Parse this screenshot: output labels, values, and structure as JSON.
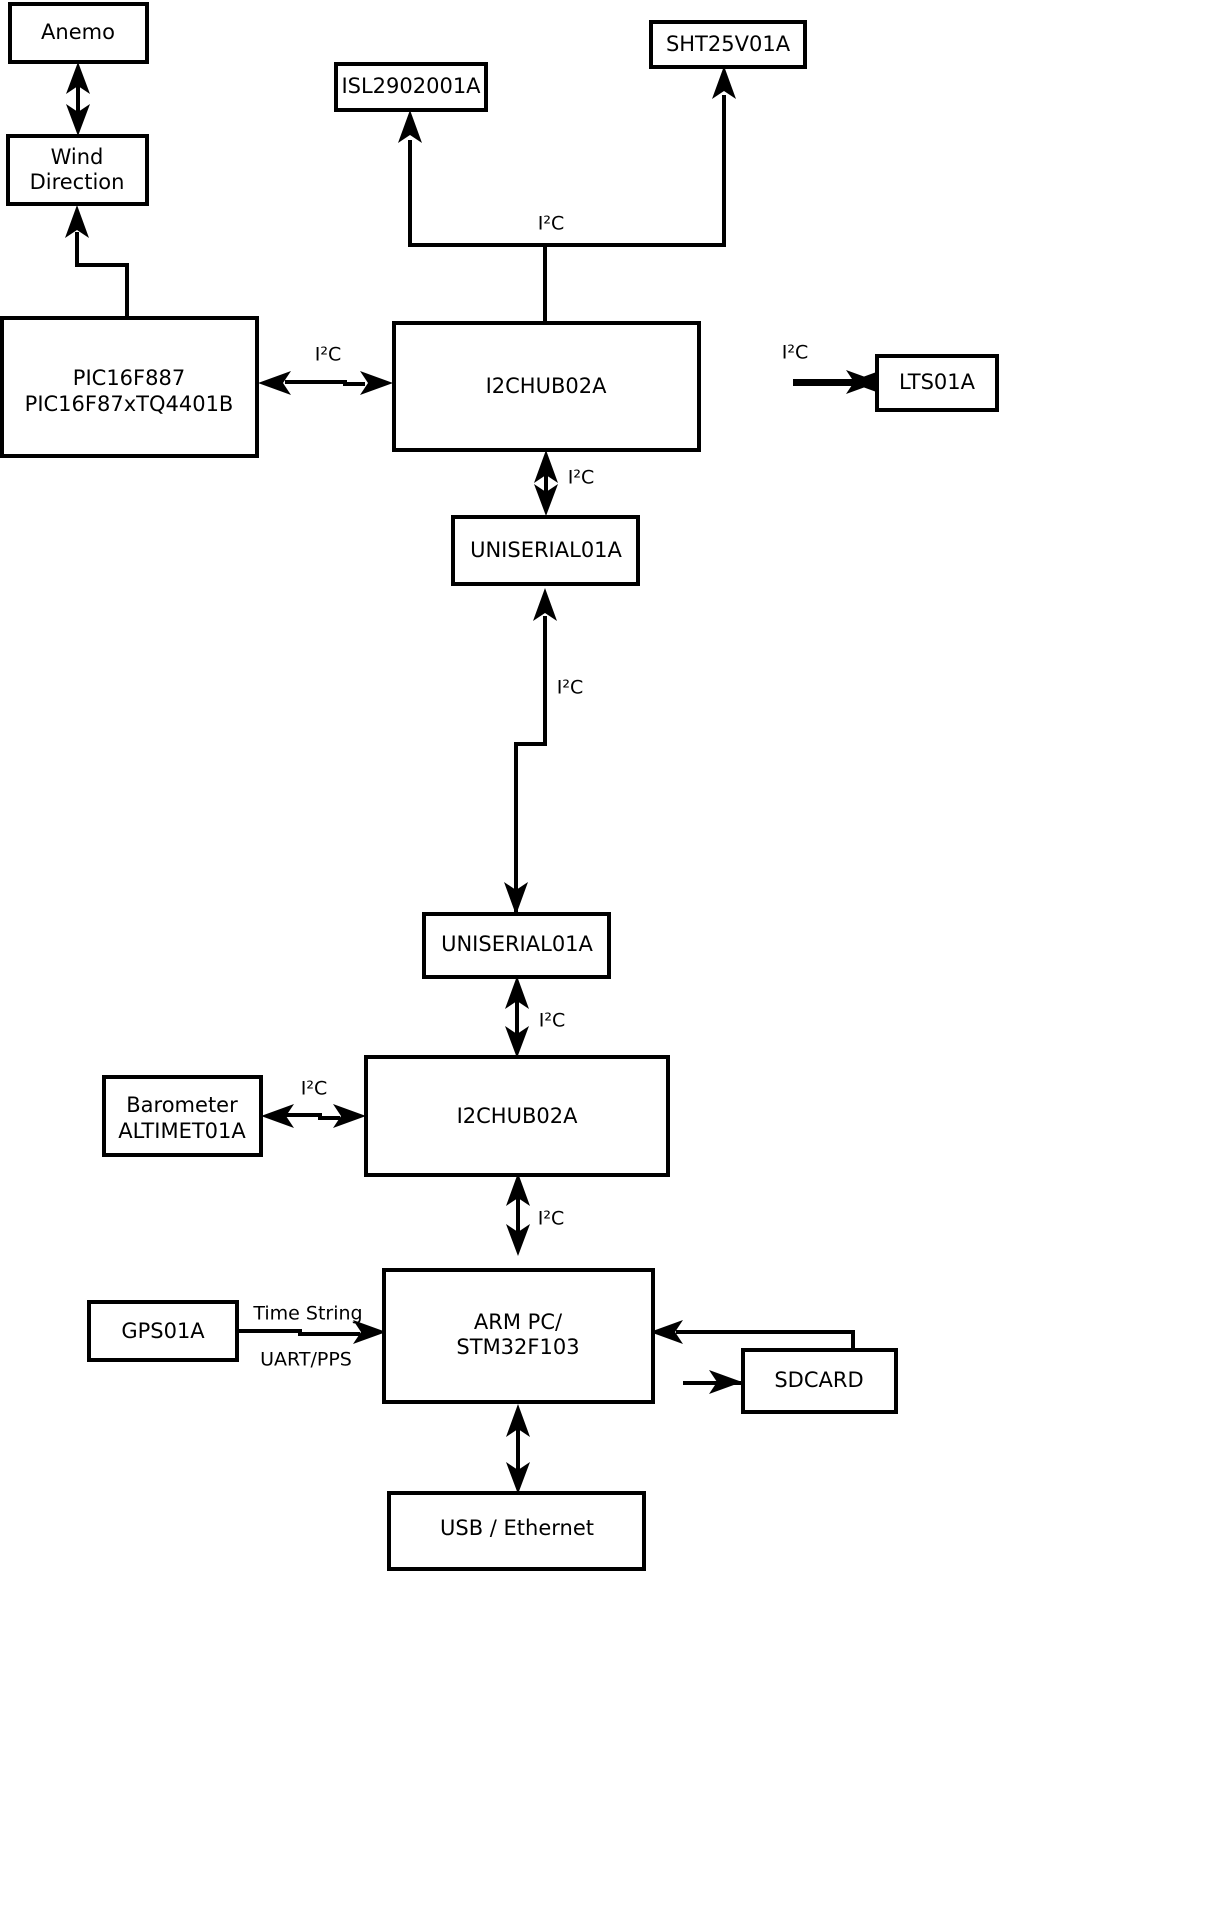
{
  "diagram": {
    "type": "block-diagram",
    "background_color": "#ffffff",
    "stroke_color": "#000000",
    "nodes": [
      {
        "id": "anemo",
        "label": "Anemo"
      },
      {
        "id": "wind",
        "label_line1": "Wind",
        "label_line2": "Direction"
      },
      {
        "id": "pic",
        "label_line1": "PIC16F887",
        "label_line2": "PIC16F87xTQ4401B"
      },
      {
        "id": "isl",
        "label": "ISL2902001A"
      },
      {
        "id": "sht",
        "label": "SHT25V01A"
      },
      {
        "id": "hub_top",
        "label": "I2CHUB02A"
      },
      {
        "id": "lts",
        "label": "LTS01A"
      },
      {
        "id": "uniserial_top",
        "label": "UNISERIAL01A"
      },
      {
        "id": "uniserial_bot",
        "label": "UNISERIAL01A"
      },
      {
        "id": "hub_bot",
        "label": "I2CHUB02A"
      },
      {
        "id": "barometer",
        "label_line1": "Barometer",
        "label_line2": "ALTIMET01A"
      },
      {
        "id": "gps",
        "label": "GPS01A"
      },
      {
        "id": "arm",
        "label_line1": "ARM PC/",
        "label_line2": "STM32F103"
      },
      {
        "id": "sdcard",
        "label": "SDCARD"
      },
      {
        "id": "usb",
        "label": "USB / Ethernet"
      }
    ],
    "edges": [
      {
        "from": "wind",
        "to": "anemo",
        "label": "",
        "direction": "bidirectional"
      },
      {
        "from": "pic",
        "to": "wind",
        "label": "",
        "direction": "unidirectional"
      },
      {
        "from": "hub_top",
        "to": "isl",
        "label": "I²C",
        "direction": "unidirectional"
      },
      {
        "from": "hub_top",
        "to": "sht",
        "label": "",
        "direction": "unidirectional"
      },
      {
        "from": "isl_bus",
        "to": "hub_top",
        "label": "",
        "direction": "unidirectional"
      },
      {
        "from": "pic",
        "to": "hub_top",
        "label": "I²C",
        "direction": "bidirectional"
      },
      {
        "from": "hub_top",
        "to": "lts",
        "label": "I²C",
        "direction": "bidirectional"
      },
      {
        "from": "hub_top",
        "to": "uniserial_top",
        "label": "I²C",
        "direction": "bidirectional"
      },
      {
        "from": "uniserial_bot",
        "to": "uniserial_top",
        "label": "I²C",
        "direction": "unidirectional"
      },
      {
        "from": "hub_bot",
        "to": "uniserial_bot",
        "label": "I²C",
        "direction": "bidirectional"
      },
      {
        "from": "barometer",
        "to": "hub_bot",
        "label": "I²C",
        "direction": "bidirectional"
      },
      {
        "from": "arm",
        "to": "hub_bot",
        "label": "I²C",
        "direction": "bidirectional"
      },
      {
        "from": "gps",
        "to": "arm",
        "label": "Time String",
        "label2": "UART/PPS",
        "direction": "unidirectional"
      },
      {
        "from": "arm",
        "to": "sdcard",
        "label": "",
        "direction": "bidirectional"
      },
      {
        "from": "arm",
        "to": "usb",
        "label": "",
        "direction": "bidirectional"
      }
    ],
    "edge_labels": {
      "i2c": "I²C",
      "time_string": "Time String",
      "uart_pps": "UART/PPS"
    }
  }
}
